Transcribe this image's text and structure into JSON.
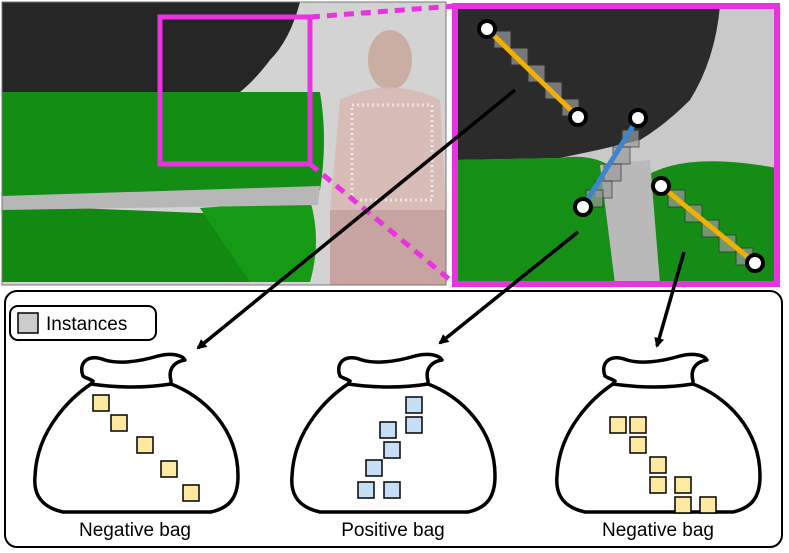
{
  "legend": {
    "label": "Instances"
  },
  "bags": [
    {
      "label": "Negative bag",
      "color": "#fdeaa0",
      "count": 5
    },
    {
      "label": "Positive bag",
      "color": "#c6dff7",
      "count": 7
    },
    {
      "label": "Negative bag",
      "color": "#fdeaa0",
      "count": 8
    }
  ],
  "colors": {
    "highlight": "#e933e0",
    "negative_line": "#f2b100",
    "positive_line": "#3d86cf",
    "background_green": "#128f12",
    "background_dark": "#2a2a2a",
    "background_gray": "#cfcfcf"
  }
}
